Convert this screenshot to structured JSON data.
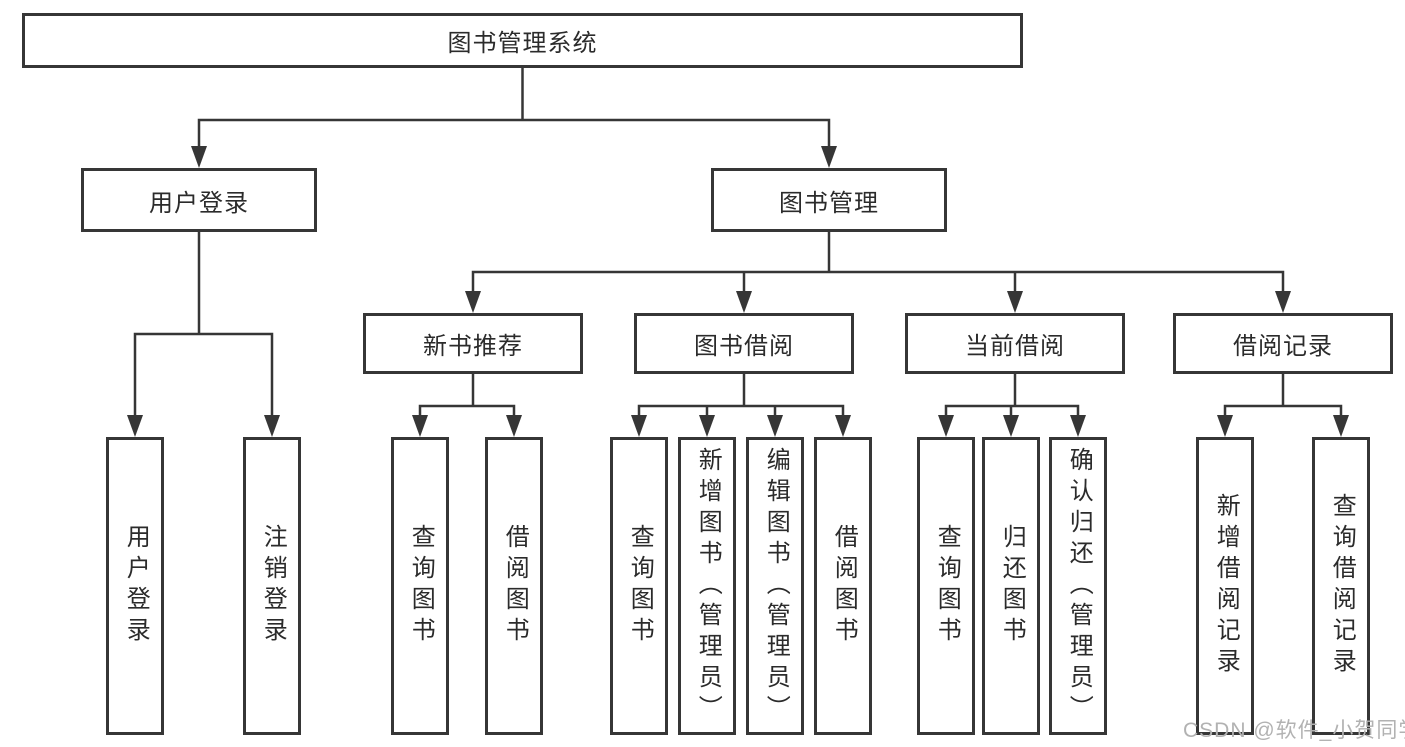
{
  "tree": {
    "root": "图书管理系统",
    "login": {
      "label": "用户登录",
      "children": [
        "用户登录",
        "注销登录"
      ]
    },
    "management": {
      "label": "图书管理",
      "groups": [
        {
          "label": "新书推荐",
          "children": [
            "查询图书",
            "借阅图书"
          ]
        },
        {
          "label": "图书借阅",
          "children": [
            "查询图书",
            "新增图书（管理员）",
            "编辑图书（管理员）",
            "借阅图书"
          ]
        },
        {
          "label": "当前借阅",
          "children": [
            "查询图书",
            "归还图书",
            "确认归还（管理员）"
          ]
        },
        {
          "label": "借阅记录",
          "children": [
            "新增借阅记录",
            "查询借阅记录"
          ]
        }
      ]
    }
  },
  "watermark": {
    "text": "CSDN @软件_小贺同学"
  },
  "colors": {
    "line": "#363636",
    "box_fill": "#ffffff",
    "text": "#2b2b2b",
    "watermark_text": "#b2b2b2"
  }
}
